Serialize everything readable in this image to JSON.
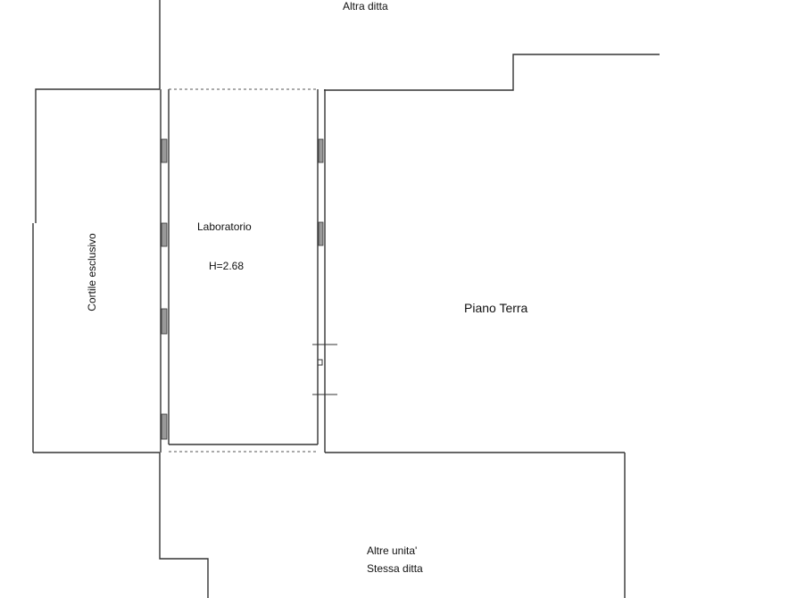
{
  "labels": {
    "top_neighbor": "Altra ditta",
    "courtyard": "Cortile esclusivo",
    "room_name": "Laboratorio",
    "room_height": "H=2.68",
    "ground_floor": "Piano Terra",
    "bottom_line1": "Altre unita'",
    "bottom_line2": "Stessa ditta"
  },
  "colors": {
    "line": "#333333",
    "background": "#ffffff"
  }
}
